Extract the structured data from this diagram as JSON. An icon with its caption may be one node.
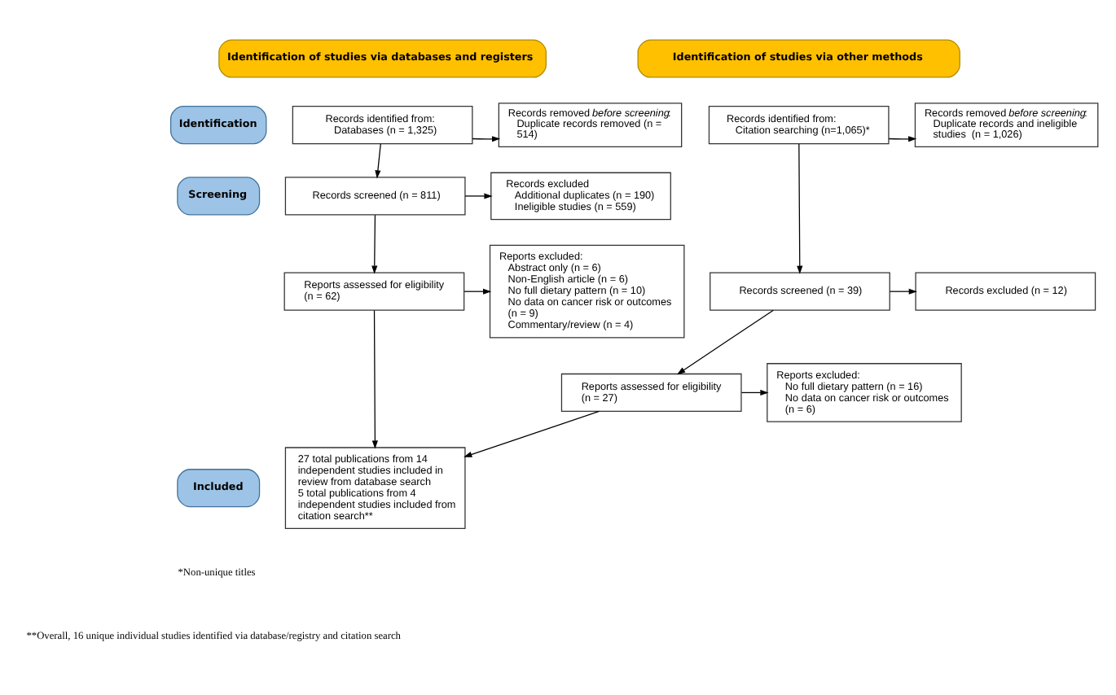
{
  "diagram": {
    "nodes": [
      {
        "text": [
          "Identification of studies via databases and registers"
        ]
      },
      {
        "text": [
          "Identification of studies via other methods"
        ]
      },
      {
        "text": [
          "Identification"
        ]
      },
      {
        "text": [
          "Screening"
        ]
      },
      {
        "text": [
          "Included"
        ]
      },
      {
        "text": [
          "Records identified from:",
          "Databases (n = 1,325)"
        ]
      },
      {
        "text": [
          "Records removed *before screening*:",
          "Duplicate records removed (n = 514)"
        ]
      },
      {
        "text": [
          "Records screened (n = 811)"
        ]
      },
      {
        "text": [
          "Records excluded",
          "Additional duplicates (n = 190)",
          "Ineligible studies (n = 559)"
        ]
      },
      {
        "text": [
          "Reports assessed for eligibility (n = 62)"
        ]
      },
      {
        "text": [
          "Reports excluded:",
          "Abstract only (n = 6)",
          "Non-English article (n = 6)",
          "No full dietary pattern (n = 10)",
          "No data on cancer risk or outcomes (n = 9)",
          "Commentary/review (n = 4)"
        ]
      },
      {
        "text": [
          "Records identified from:",
          "Citation searching (n=1,065)*"
        ]
      },
      {
        "text": [
          "Records removed *before screening*:",
          "Duplicate records and ineligible studies  (n = 1,026)"
        ]
      },
      {
        "text": [
          "Records screened (n = 39)"
        ]
      },
      {
        "text": [
          "Records excluded (n = 12)"
        ]
      },
      {
        "text": [
          "Reports assessed for eligibility (n = 27)"
        ]
      },
      {
        "text": [
          "Reports excluded:",
          "No full dietary pattern (n = 16)",
          "No data on cancer risk or outcomes (n = 6)"
        ]
      },
      {
        "text": [
          "27 total publications from 14 independent studies included in review from database search",
          "5 total publications from 4 independent studies included from citation search**"
        ]
      }
    ],
    "edges": [
      {
        "from": 5,
        "to": 6,
        "arrow": "to"
      },
      {
        "from": 5,
        "to": 7,
        "arrow": "to"
      },
      {
        "from": 7,
        "to": 8,
        "arrow": "to"
      },
      {
        "from": 7,
        "to": 9,
        "arrow": "to"
      },
      {
        "from": 9,
        "to": 10,
        "arrow": "to"
      },
      {
        "from": 9,
        "to": 17,
        "arrow": "to"
      },
      {
        "from": 11,
        "to": 12,
        "arrow": "to"
      },
      {
        "from": 11,
        "to": 13,
        "arrow": "to"
      },
      {
        "from": 13,
        "to": 14,
        "arrow": "to"
      },
      {
        "from": 13,
        "to": 15,
        "arrow": "to"
      },
      {
        "from": 15,
        "to": 16,
        "arrow": "to"
      },
      {
        "from": 15,
        "to": 17,
        "arrow": "to"
      }
    ],
    "labels": [
      "*Non-unique titles",
      "**Overall, 16 unique individual studies identified via database/registry and citation search"
    ]
  }
}
